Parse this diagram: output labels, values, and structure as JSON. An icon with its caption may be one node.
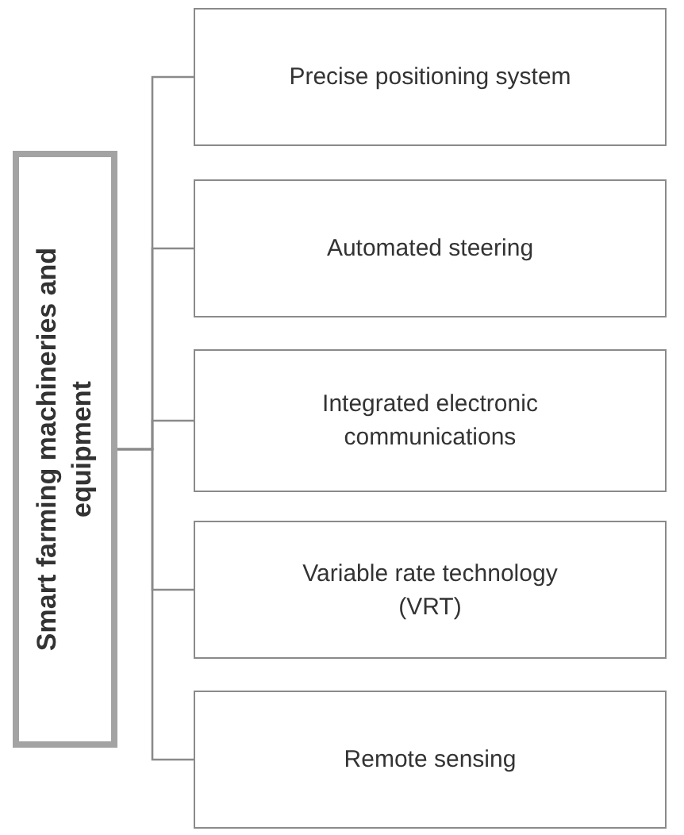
{
  "diagram": {
    "nodes": [
      {
        "text": [
          "Smart farming machineries and equipment"
        ]
      },
      {
        "text": [
          "Precise positioning system"
        ]
      },
      {
        "text": [
          "Automated steering"
        ]
      },
      {
        "text": [
          "Integrated electronic communications"
        ]
      },
      {
        "text": [
          "Variable rate technology (VRT)"
        ]
      },
      {
        "text": [
          "Remote sensing"
        ]
      }
    ],
    "edges": [
      {
        "from": 0,
        "to": 1,
        "arrow": "none"
      },
      {
        "from": 0,
        "to": 2,
        "arrow": "none"
      },
      {
        "from": 0,
        "to": 3,
        "arrow": "none"
      },
      {
        "from": 0,
        "to": 4,
        "arrow": "none"
      },
      {
        "from": 0,
        "to": 5,
        "arrow": "none"
      }
    ]
  }
}
